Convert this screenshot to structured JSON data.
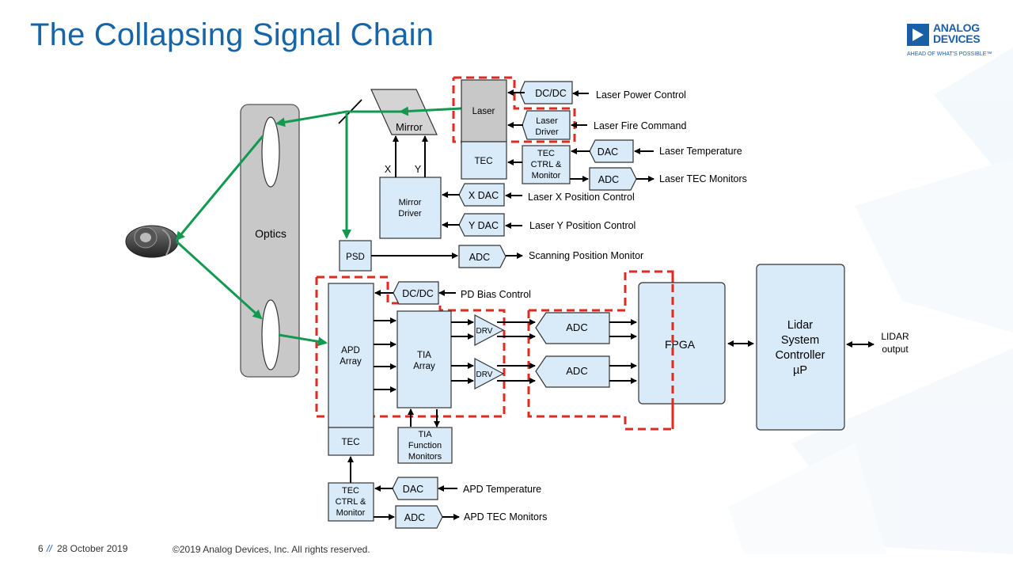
{
  "slide": {
    "title": "The Collapsing Signal Chain",
    "page_number": "6",
    "separator": "//",
    "date": "28 October 2019",
    "copyright": "©2019 Analog Devices, Inc. All rights reserved."
  },
  "logo": {
    "line1": "ANALOG",
    "line2": "DEVICES",
    "tagline": "AHEAD OF WHAT'S POSSIBLE™"
  },
  "colors": {
    "title": "#1565a8",
    "block_fill": "#d9ebf9",
    "laser_fill": "#c8c8c8",
    "optics_fill": "#c8c8c8",
    "optical_path": "#119a4f",
    "dashed_boundary": "#e0291f"
  },
  "blocks": {
    "optics": "Optics",
    "mirror": "Mirror",
    "laser": "Laser",
    "laser_dcdc": "DC/DC",
    "laser_driver_line1": "Laser",
    "laser_driver_line2": "Driver",
    "laser_tec": "TEC",
    "laser_tec_ctrl_line1": "TEC",
    "laser_tec_ctrl_line2": "CTRL &",
    "laser_tec_ctrl_line3": "Monitor",
    "laser_temp_dac": "DAC",
    "laser_tec_adc": "ADC",
    "mirror_driver_line1": "Mirror",
    "mirror_driver_line2": "Driver",
    "x_label": "X",
    "y_label": "Y",
    "x_dac": "X DAC",
    "y_dac": "Y DAC",
    "psd": "PSD",
    "psd_adc": "ADC",
    "pd_dcdc": "DC/DC",
    "apd_array_line1": "APD",
    "apd_array_line2": "Array",
    "apd_tec": "TEC",
    "tia_array_line1": "TIA",
    "tia_array_line2": "Array",
    "drv": "DRV",
    "adc_top": "ADC",
    "adc_bottom": "ADC",
    "fpga": "FPGA",
    "tia_monitors_line1": "TIA",
    "tia_monitors_line2": "Function",
    "tia_monitors_line3": "Monitors",
    "apd_tec_ctrl_line1": "TEC",
    "apd_tec_ctrl_line2": "CTRL &",
    "apd_tec_ctrl_line3": "Monitor",
    "apd_temp_dac": "DAC",
    "apd_tec_adc": "ADC",
    "controller_line1": "Lidar",
    "controller_line2": "System",
    "controller_line3": "Controller",
    "controller_line4": "µP"
  },
  "signals": {
    "laser_power_control": "Laser Power Control",
    "laser_fire_command": "Laser Fire Command",
    "laser_temperature": "Laser Temperature",
    "laser_tec_monitors": "Laser TEC Monitors",
    "laser_x_position": "Laser X Position Control",
    "laser_y_position": "Laser Y Position Control",
    "scanning_position_monitor": "Scanning Position Monitor",
    "pd_bias_control": "PD Bias Control",
    "apd_temperature": "APD Temperature",
    "apd_tec_monitors": "APD TEC Monitors",
    "lidar_output_line1": "LIDAR",
    "lidar_output_line2": "output"
  }
}
